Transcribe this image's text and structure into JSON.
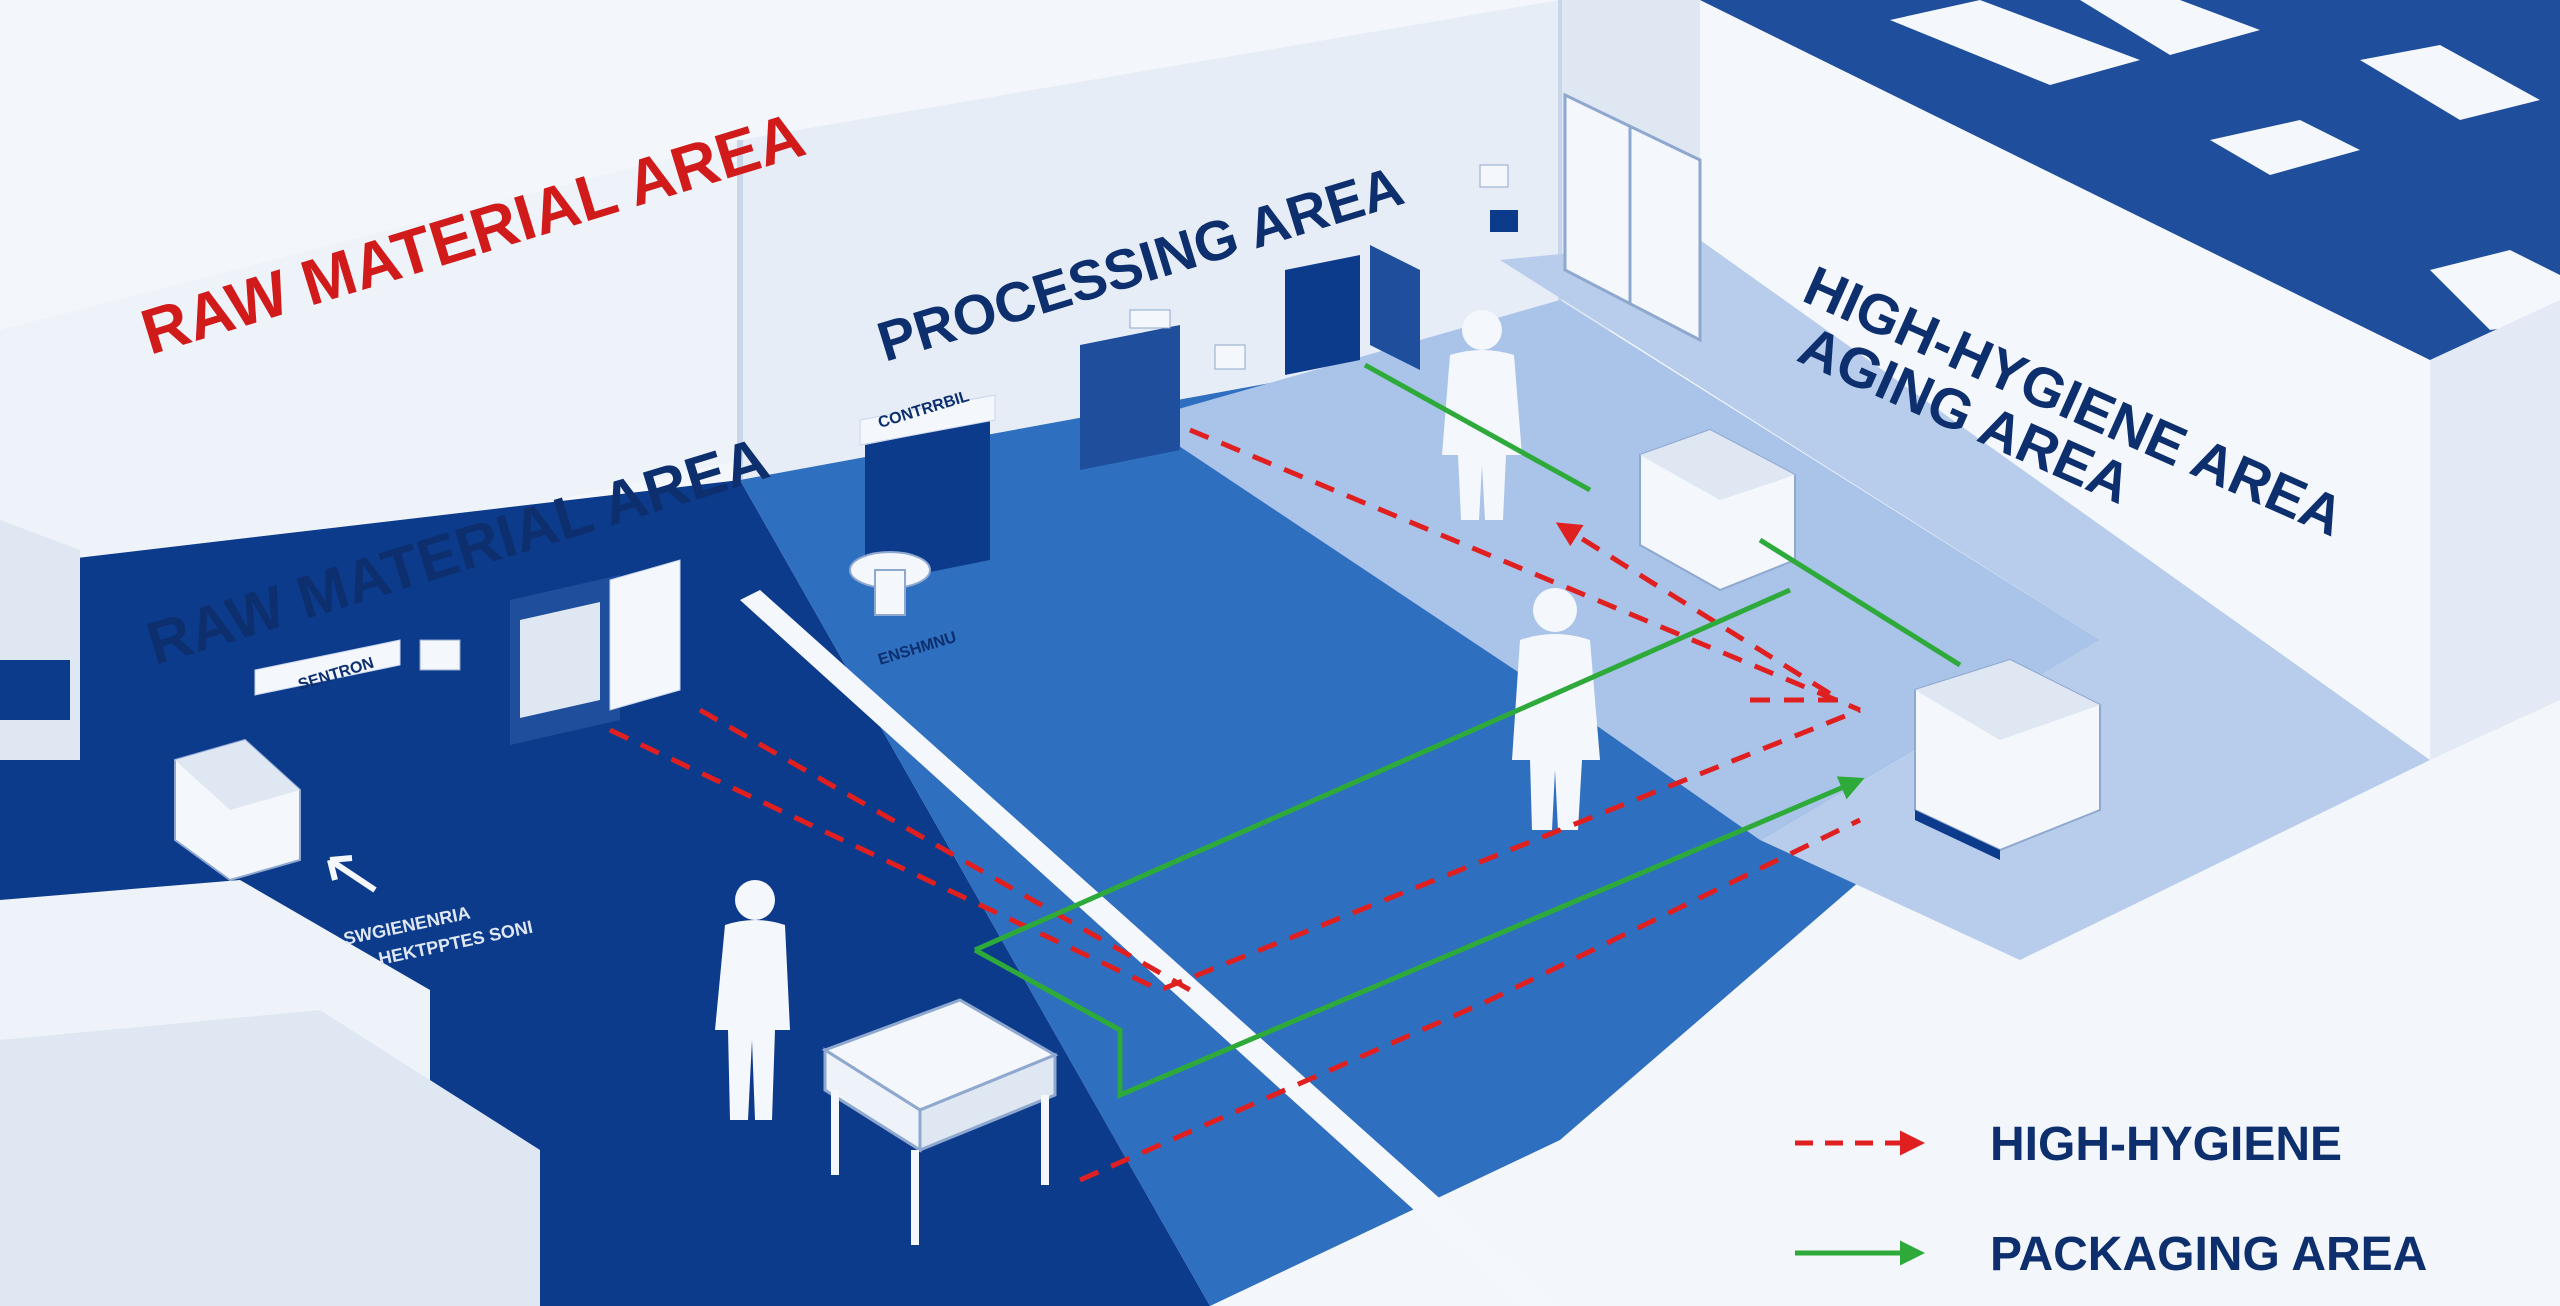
{
  "labels": {
    "raw_material_top": "RAW MATERIAL AREA",
    "raw_material_wall": "RAW MATERIAL AREA",
    "processing": "PROCESSING AREA",
    "high_hygiene_line1": "HIGH-HYGIENE AREA",
    "high_hygiene_line2": "AGING AREA"
  },
  "signs": {
    "door_sign_raw": "SENTRON",
    "door_sign_processing": "CONTRRBIL",
    "floor_text_processing": "ENSHMNU",
    "floor_text_raw_line1": "SWGIENENRIA",
    "floor_text_raw_line2": "HEKTPPTES SONI"
  },
  "legend": {
    "items": [
      {
        "label": "HIGH-HYGIENE",
        "style": "dashed",
        "color": "#e02020"
      },
      {
        "label": "PACKAGING AREA",
        "style": "solid",
        "color": "#2eaa3a"
      }
    ]
  },
  "colors": {
    "navy": "#0d3b8c",
    "blue": "#2f6fbf",
    "light_blue": "#a9c4e8",
    "wall": "#eef3fa",
    "red_label": "#d11a1a",
    "path_red": "#e02020",
    "path_green": "#2eaa3a"
  }
}
